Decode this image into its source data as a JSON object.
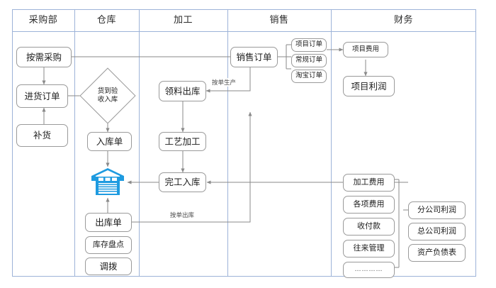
{
  "diagram": {
    "type": "swimlane-flowchart",
    "accent_color": "#9db3d8",
    "icon_color": "#1e9be0",
    "node_border_color": "#9a9a9a",
    "connector_color": "#8a8a8a"
  },
  "lanes": [
    {
      "id": "purchasing",
      "label": "采购部"
    },
    {
      "id": "warehouse",
      "label": "仓库"
    },
    {
      "id": "processing",
      "label": "加工"
    },
    {
      "id": "sales",
      "label": "销售"
    },
    {
      "id": "finance",
      "label": "财务"
    }
  ],
  "nodes": {
    "purchase_on_demand": "按需采购",
    "purchase_order": "进货订单",
    "replenish": "补货",
    "goods_arrival_check": "货到验\n收入库",
    "goods_arrival_check_line1": "货到验",
    "goods_arrival_check_line2": "收入库",
    "inbound_order": "入库单",
    "warehouse_icon": "warehouse-icon",
    "outbound_order": "出库单",
    "stock_take": "库存盘点",
    "transfer": "调拨",
    "material_issue": "领料出库",
    "process_work": "工艺加工",
    "finished_inbound": "完工入库",
    "sales_order": "销售订单",
    "project_order": "项目订单",
    "regular_order": "常规订单",
    "taobao_order": "淘宝订单",
    "project_cost": "项目费用",
    "project_profit": "项目利润",
    "processing_fee": "加工费用",
    "various_fees": "各项费用",
    "receipt_payment": "收付款",
    "transaction_mgmt": "往来管理",
    "ellipsis": "…………",
    "branch_profit": "分公司利润",
    "group_profit": "总公司利润",
    "balance_sheet": "资产负债表"
  },
  "edge_labels": {
    "make_to_order": "按单生产",
    "ship_to_order": "按单出库"
  }
}
